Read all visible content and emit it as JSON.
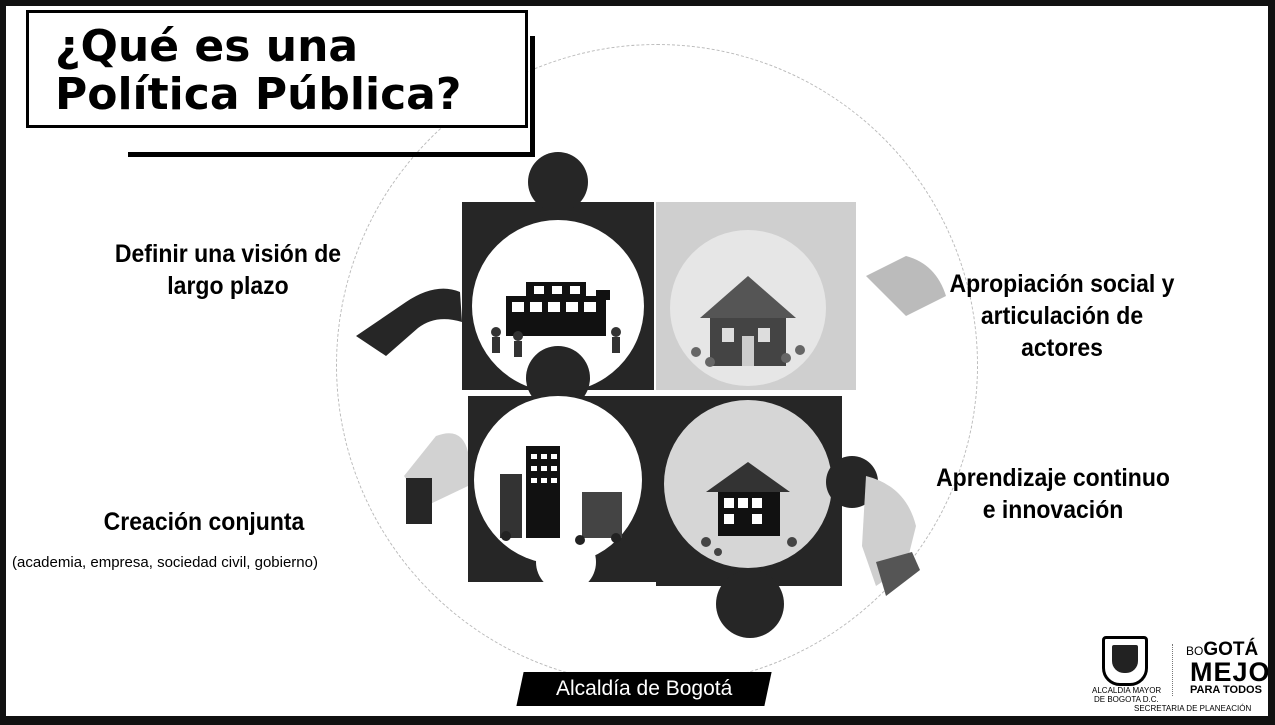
{
  "title": {
    "line1": "¿Qué es una",
    "line2": "Política Pública?"
  },
  "labels": {
    "top_left": {
      "line1": "Definir una visión de",
      "line2": "largo plazo"
    },
    "top_right": {
      "line1": "Apropiación social y",
      "line2": "articulación de",
      "line3": "actores"
    },
    "bottom_left": {
      "title": "Creación conjunta",
      "subtitle": "(academia, empresa, sociedad  civil, gobierno)"
    },
    "bottom_right": {
      "line1": "Aprendizaje continuo",
      "line2": "e innovación"
    }
  },
  "footer": {
    "banner": "Alcaldía de Bogotá"
  },
  "logos": {
    "alcaldia_line1": "ALCALDIA MAYOR",
    "alcaldia_line2": "DE BOGOTA D.C.",
    "bogota_small": "BO",
    "bogota_big": "GOTÁ",
    "mejor": "MEJOR",
    "para_todos": "PARA TODOS",
    "secretaria": "SECRETARIA DE PLANEACIÓN"
  },
  "puzzle": {
    "pieces": [
      {
        "position": "top-left",
        "scene": "school-building"
      },
      {
        "position": "top-right",
        "scene": "church-people"
      },
      {
        "position": "bottom-left",
        "scene": "city-skyline"
      },
      {
        "position": "bottom-right",
        "scene": "house-family"
      }
    ]
  }
}
